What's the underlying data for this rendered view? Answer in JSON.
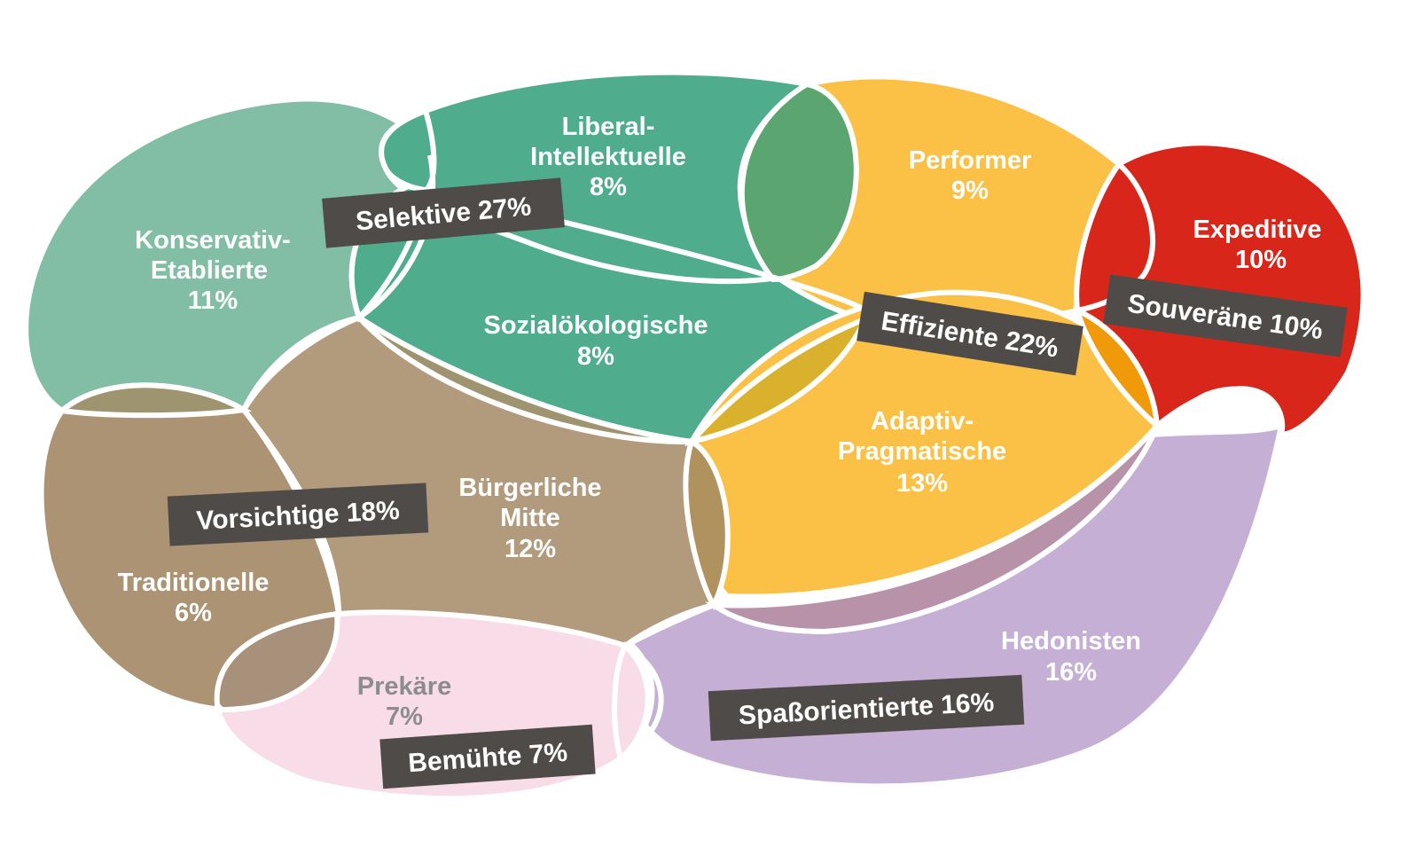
{
  "colors": {
    "konservativ_etablierte": "#82bda5",
    "liberal_intellektuelle": "#4fad8d",
    "sozialoekologische": "#4fad8d",
    "performer": "#fbc046",
    "expeditive": "#d8261b",
    "traditionelle": "#ab9374",
    "buergerliche_mitte": "#b19b7c",
    "adaptiv_pragmatische": "#fbc046",
    "prekaere": "#f8dce8",
    "hedonisten": "#c5afd5",
    "group_badge": "#4f4b48",
    "outline": "#ffffff"
  },
  "milieus": {
    "konservativ_etablierte": {
      "line1": "Konservativ-",
      "line2": "Etablierte",
      "share": "11%"
    },
    "liberal_intellektuelle": {
      "line1": "Liberal-",
      "line2": "Intellektuelle",
      "share": "8%"
    },
    "performer": {
      "line1": "Performer",
      "share": "9%"
    },
    "expeditive": {
      "line1": "Expeditive",
      "share": "10%"
    },
    "sozialoekologische": {
      "line1": "Sozialökologische",
      "share": "8%"
    },
    "adaptiv_pragmatische": {
      "line1": "Adaptiv-",
      "line2": "Pragmatische",
      "share": "13%"
    },
    "buergerliche_mitte": {
      "line1": "Bürgerliche",
      "line2": "Mitte",
      "share": "12%"
    },
    "traditionelle": {
      "line1": "Traditionelle",
      "share": "6%"
    },
    "prekaere": {
      "line1": "Prekäre",
      "share": "7%"
    },
    "hedonisten": {
      "line1": "Hedonisten",
      "share": "16%"
    }
  },
  "groups": {
    "selektive": "Selektive 27%",
    "effiziente": "Effiziente 22%",
    "souveraene": "Souveräne 10%",
    "vorsichtige": "Vorsichtige 18%",
    "spassorientierte": "Spaßorientierte 16%",
    "bemuehte": "Bemühte 7%"
  }
}
